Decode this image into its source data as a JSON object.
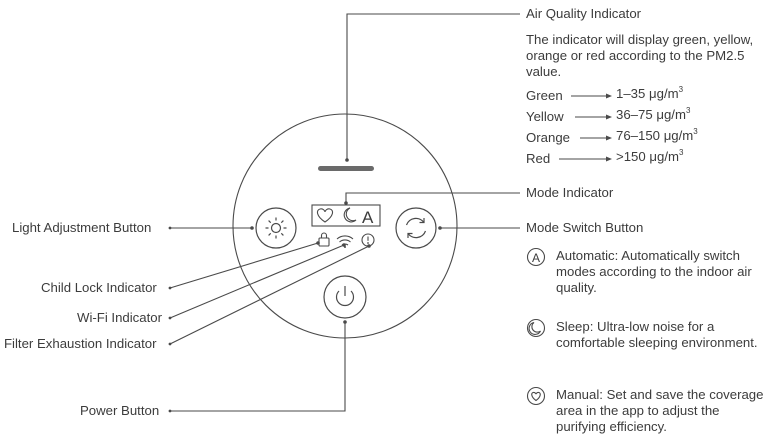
{
  "labels": {
    "air_quality_indicator": "Air Quality Indicator",
    "mode_indicator": "Mode Indicator",
    "mode_switch_button": "Mode Switch Button",
    "light_adjustment_button": "Light Adjustment Button",
    "child_lock_indicator": "Child Lock Indicator",
    "wifi_indicator": "Wi-Fi Indicator",
    "filter_exhaustion_indicator": "Filter Exhaustion Indicator",
    "power_button": "Power Button"
  },
  "air_quality": {
    "description": "The indicator will display green, yellow, orange or red according to the PM2.5 value.",
    "unit_base": "μg/m",
    "unit_exponent": "3",
    "levels": [
      {
        "color": "Green",
        "range": "1–35",
        "swatch": "#3aa655"
      },
      {
        "color": "Yellow",
        "range": "36–75",
        "swatch": "#f2c12e"
      },
      {
        "color": "Orange",
        "range": "76–150",
        "swatch": "#f08a24"
      },
      {
        "color": "Red",
        "range": ">150",
        "swatch": "#e03b2f"
      }
    ]
  },
  "modes": [
    {
      "icon": "auto-mode-icon",
      "glyph": "A",
      "text": "Automatic: Automatically switch modes according to the indoor air quality."
    },
    {
      "icon": "sleep-mode-icon",
      "text": "Sleep: Ultra-low noise for a comfortable sleeping environment."
    },
    {
      "icon": "manual-mode-icon",
      "text": "Manual: Set and save the coverage area in the app to adjust the purifying efficiency."
    }
  ],
  "panel_mode_glyph": "A",
  "colors": {
    "line": "#4a4a4a",
    "text": "#3c3c3c",
    "indicator_bar": "#6a6a6a"
  }
}
